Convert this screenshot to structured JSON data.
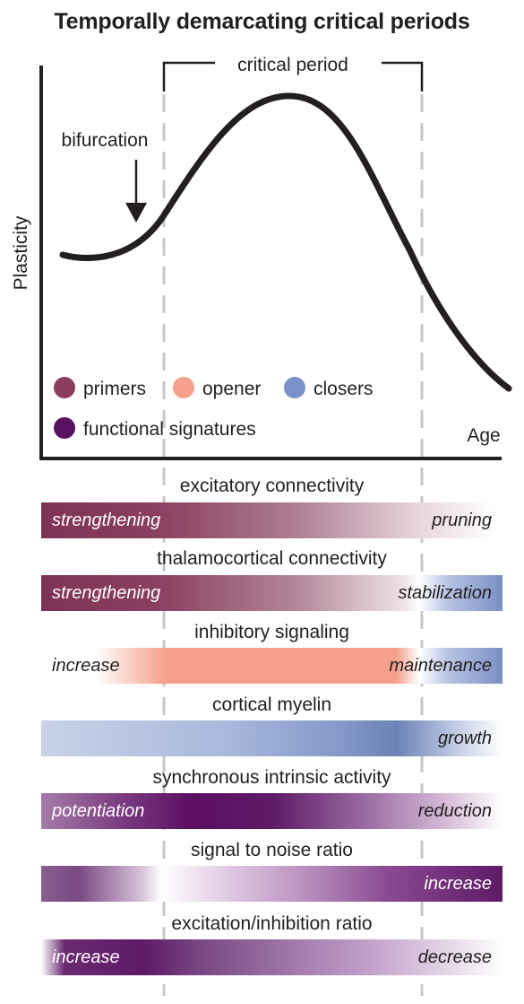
{
  "title": "Temporally demarcating critical periods",
  "graph": {
    "critical_period_label": "critical period",
    "bifurcation_label": "bifurcation",
    "y_axis_label": "Plasticity",
    "x_axis_label": "Age",
    "legend": [
      {
        "label": "primers",
        "color": "#8c3c5c"
      },
      {
        "label": "opener",
        "color": "#f5a08c"
      },
      {
        "label": "closers",
        "color": "#7a92c8"
      },
      {
        "label": "functional signatures",
        "color": "#5a1060"
      }
    ]
  },
  "bars": [
    {
      "title": "excitatory connectivity",
      "left_label": "strengthening",
      "right_label": "pruning"
    },
    {
      "title": "thalamocortical connectivity",
      "left_label": "strengthening",
      "right_label": "stabilization"
    },
    {
      "title": "inhibitory signaling",
      "left_label": "increase",
      "right_label": "maintenance"
    },
    {
      "title": "cortical myelin",
      "left_label": "",
      "right_label": "growth"
    },
    {
      "title": "synchronous intrinsic activity",
      "left_label": "potentiation",
      "right_label": "reduction"
    },
    {
      "title": "signal to noise ratio",
      "left_label": "",
      "right_label": "increase"
    },
    {
      "title": "excitation/inhibition ratio",
      "left_label": "increase",
      "right_label": "decrease"
    }
  ]
}
